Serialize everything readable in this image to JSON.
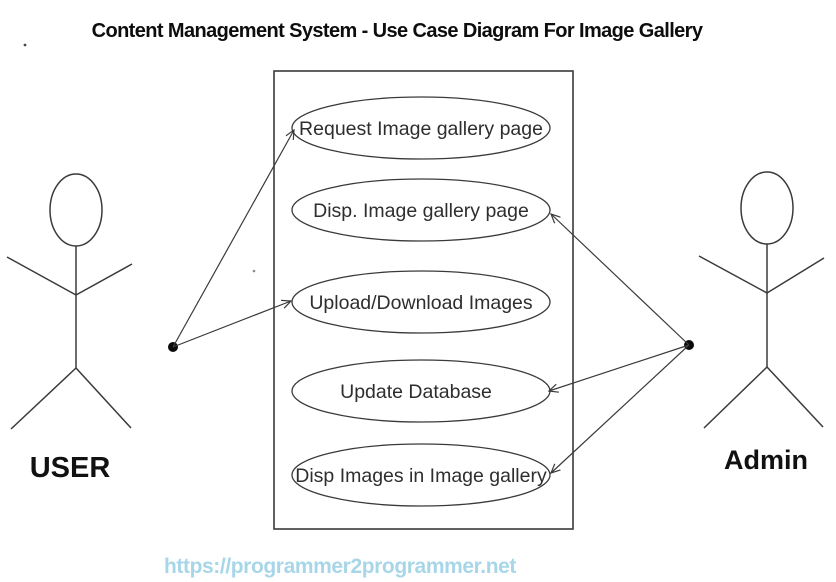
{
  "title": "Content Management System - Use Case Diagram For Image Gallery",
  "system": {
    "use_cases": [
      {
        "label": "Request Image gallery page"
      },
      {
        "label": "Disp. Image gallery page"
      },
      {
        "label": "Upload/Download Images"
      },
      {
        "label": "Update Database"
      },
      {
        "label": "Disp Images in Image gallery"
      }
    ]
  },
  "actors": {
    "user": {
      "label": "USER"
    },
    "admin": {
      "label": "Admin"
    }
  },
  "associations": [
    {
      "actor": "USER",
      "use_case": "Request Image gallery page",
      "arrow": "toward-use-case"
    },
    {
      "actor": "USER",
      "use_case": "Upload/Download Images",
      "arrow": "toward-use-case"
    },
    {
      "actor": "Admin",
      "use_case": "Disp. Image gallery page",
      "arrow": "toward-use-case"
    },
    {
      "actor": "Admin",
      "use_case": "Update Database",
      "arrow": "toward-use-case"
    },
    {
      "actor": "Admin",
      "use_case": "Disp Images in Image gallery",
      "arrow": "toward-use-case"
    }
  ],
  "footer": {
    "link": "https://programmer2programmer.net"
  },
  "colors": {
    "ink": "#3a3a3a",
    "link_blue": "#a8d6e9",
    "background": "#ffffff"
  }
}
